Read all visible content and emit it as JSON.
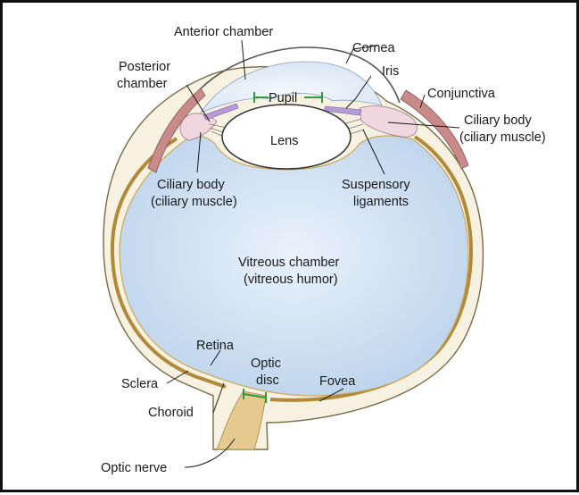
{
  "labels": {
    "anterior_chamber": "Anterior chamber",
    "cornea": "Cornea",
    "posterior_chamber_line1": "Posterior",
    "posterior_chamber_line2": "chamber",
    "pupil": "Pupil",
    "iris": "Iris",
    "conjunctiva": "Conjunctiva",
    "lens": "Lens",
    "ciliary_body_right_line1": "Ciliary body",
    "ciliary_body_right_line2": "(ciliary muscle)",
    "ciliary_body_left_line1": "Ciliary body",
    "ciliary_body_left_line2": "(ciliary muscle)",
    "suspensory_line1": "Suspensory",
    "suspensory_line2": "ligaments",
    "vitreous_line1": "Vitreous chamber",
    "vitreous_line2": "(vitreous humor)",
    "retina": "Retina",
    "optic_disc_line1": "Optic",
    "optic_disc_line2": "disc",
    "sclera": "Sclera",
    "fovea": "Fovea",
    "choroid": "Choroid",
    "optic_nerve": "Optic nerve"
  },
  "colors": {
    "vitreous_fill": "#cfe0f2",
    "sclera_band": "#e8d9a6",
    "choroid_band": "#b08a3a",
    "ciliary_body": "#f0d6df",
    "iris": "#b79ad6",
    "conjunctiva": "#c98a8a",
    "optic_nerve": "#e6c98f",
    "marker": "#2e9a3a"
  }
}
